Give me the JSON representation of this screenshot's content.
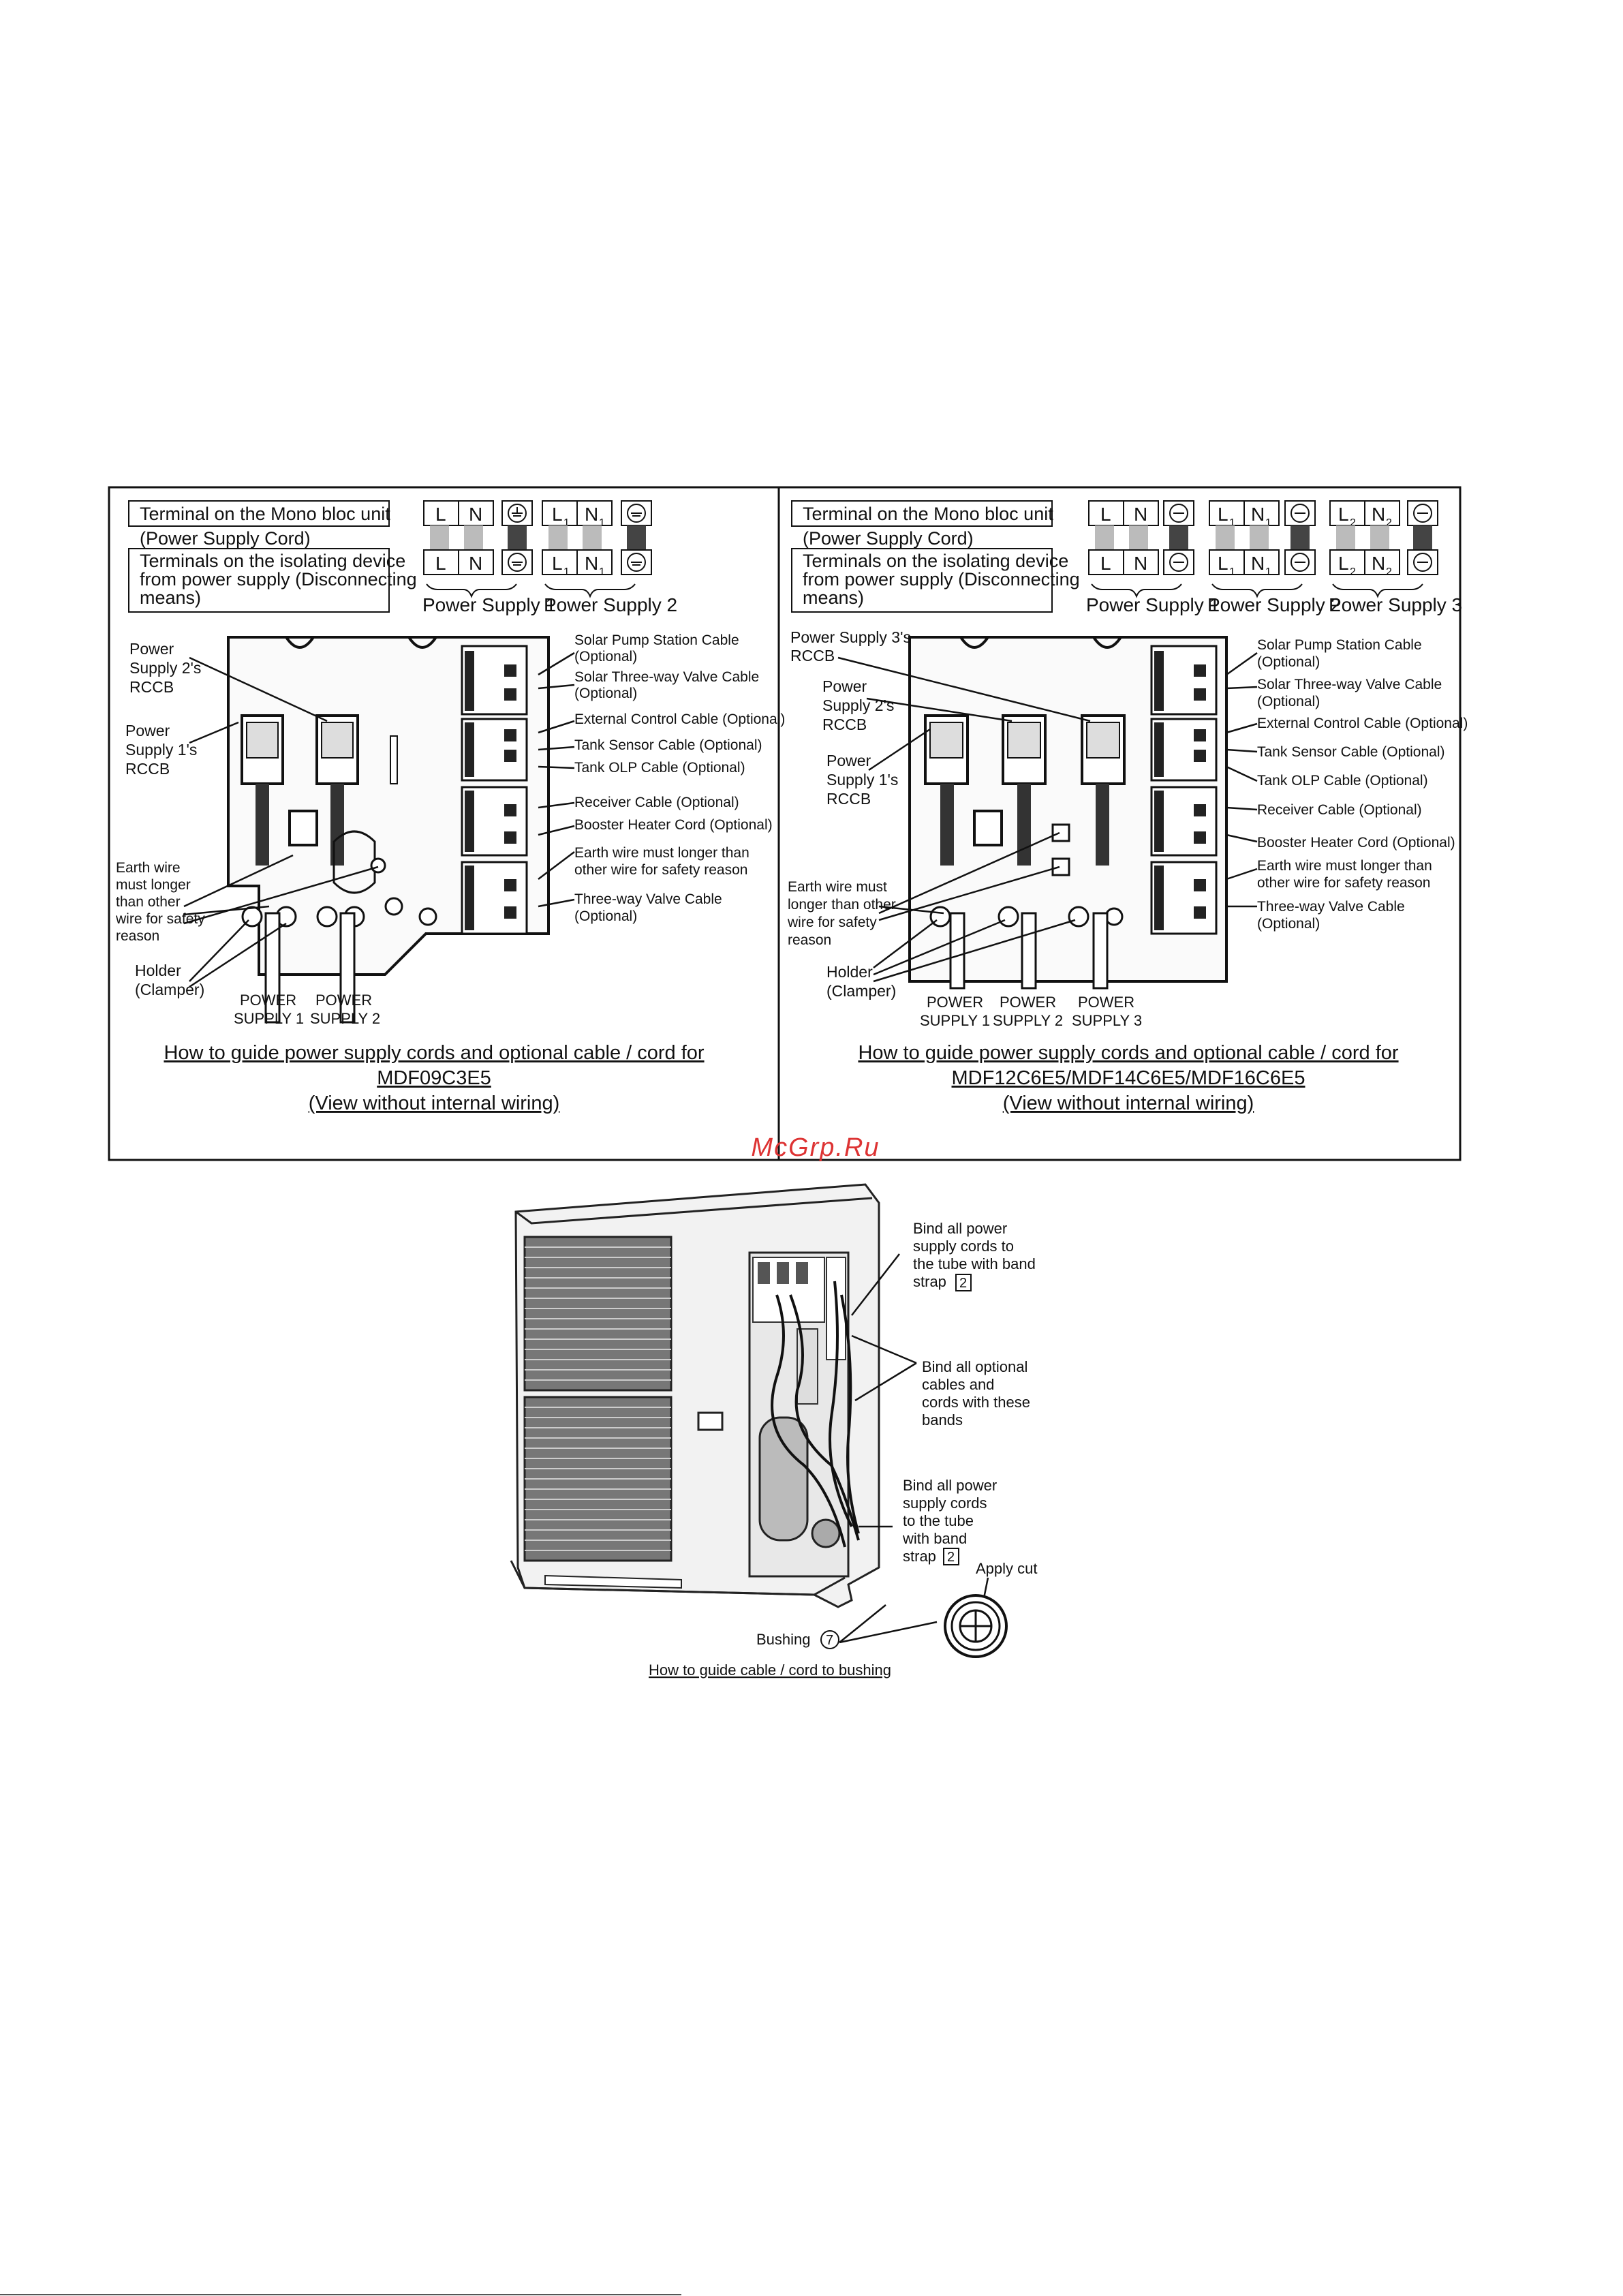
{
  "left_panel": {
    "terminal_mono": "Terminal on the Mono bloc unit",
    "power_cord": "(Power Supply Cord)",
    "terminals_isolating": "Terminals on the isolating device",
    "from_power": "from power supply (Disconnecting",
    "means": "means)",
    "term_L": "L",
    "term_N": "N",
    "term_L1": "L",
    "term_N1": "N",
    "sub_1": "1",
    "ps1": "Power Supply 1",
    "ps2": "Power Supply 2",
    "rccb2_a": "Power",
    "rccb2_b": "Supply 2's",
    "rccb2_c": "RCCB",
    "rccb1_a": "Power",
    "rccb1_b": "Supply 1's",
    "rccb1_c": "RCCB",
    "earth_a": "Earth wire",
    "earth_b": "must longer",
    "earth_c": "than other",
    "earth_d": "wire for safety",
    "earth_e": "reason",
    "holder_a": "Holder",
    "holder_b": "(Clamper)",
    "bottom1_a": "POWER",
    "bottom1_b": "SUPPLY 1",
    "bottom2_a": "POWER",
    "bottom2_b": "SUPPLY 2",
    "cables": [
      "Solar Pump Station Cable",
      "(Optional)",
      "Solar Three-way Valve Cable",
      "(Optional)",
      "External Control Cable (Optional)",
      "Tank Sensor Cable (Optional)",
      "Tank OLP Cable (Optional)",
      "Receiver Cable (Optional)",
      "Booster Heater Cord (Optional)",
      "Earth wire must longer than",
      "other wire for safety reason",
      "Three-way Valve Cable",
      "(Optional)"
    ],
    "caption1": "How to guide power supply cords and optional cable / cord for",
    "caption2": "MDF09C3E5",
    "caption3": "(View without internal wiring)"
  },
  "right_panel": {
    "terminal_mono": "Terminal on the Mono bloc unit",
    "power_cord": "(Power Supply Cord)",
    "terminals_isolating": "Terminals on the isolating device",
    "from_power": "from power supply (Disconnecting",
    "means": "means)",
    "term_L": "L",
    "term_N": "N",
    "sub_1": "1",
    "sub_2": "2",
    "ps1": "Power Supply 1",
    "ps2": "Power Supply 2",
    "ps3": "Power Supply 3",
    "rccb3_a": "Power Supply 3's",
    "rccb3_b": "RCCB",
    "rccb2_a": "Power",
    "rccb2_b": "Supply 2's",
    "rccb2_c": "RCCB",
    "rccb1_a": "Power",
    "rccb1_b": "Supply 1's",
    "rccb1_c": "RCCB",
    "earth_a": "Earth wire must",
    "earth_b": "longer than other",
    "earth_c": "wire for safety",
    "earth_d": "reason",
    "holder_a": "Holder",
    "holder_b": "(Clamper)",
    "bottom1_a": "POWER",
    "bottom1_b": "SUPPLY 1",
    "bottom2_a": "POWER",
    "bottom2_b": "SUPPLY 2",
    "bottom3_a": "POWER",
    "bottom3_b": "SUPPLY 3",
    "cables": [
      "Solar Pump Station Cable",
      "(Optional)",
      "Solar Three-way Valve Cable",
      "(Optional)",
      "External Control Cable (Optional)",
      "Tank Sensor Cable (Optional)",
      "Tank OLP Cable (Optional)",
      "Receiver Cable (Optional)",
      "Booster Heater Cord (Optional)",
      "Earth wire must longer than",
      "other wire for safety reason",
      "Three-way Valve Cable",
      "(Optional)"
    ],
    "caption1": "How to guide power supply cords and optional cable / cord for",
    "caption2": "MDF12C6E5/MDF14C6E5/MDF16C6E5",
    "caption3": "(View without internal wiring)"
  },
  "watermark": "McGrp.Ru",
  "unit_figure": {
    "bind_top": [
      "Bind all power",
      "supply cords to",
      "the tube with band",
      "strap"
    ],
    "bind_opt": [
      "Bind all optional",
      "cables and",
      "cords with these",
      "bands"
    ],
    "bind_low": [
      "Bind all power",
      "supply cords",
      "to the tube",
      "with band",
      "strap"
    ],
    "strap_num": "2",
    "apply_cut": "Apply cut",
    "bushing": "Bushing",
    "bushing_num": "7",
    "caption": "How to guide cable / cord to bushing"
  }
}
